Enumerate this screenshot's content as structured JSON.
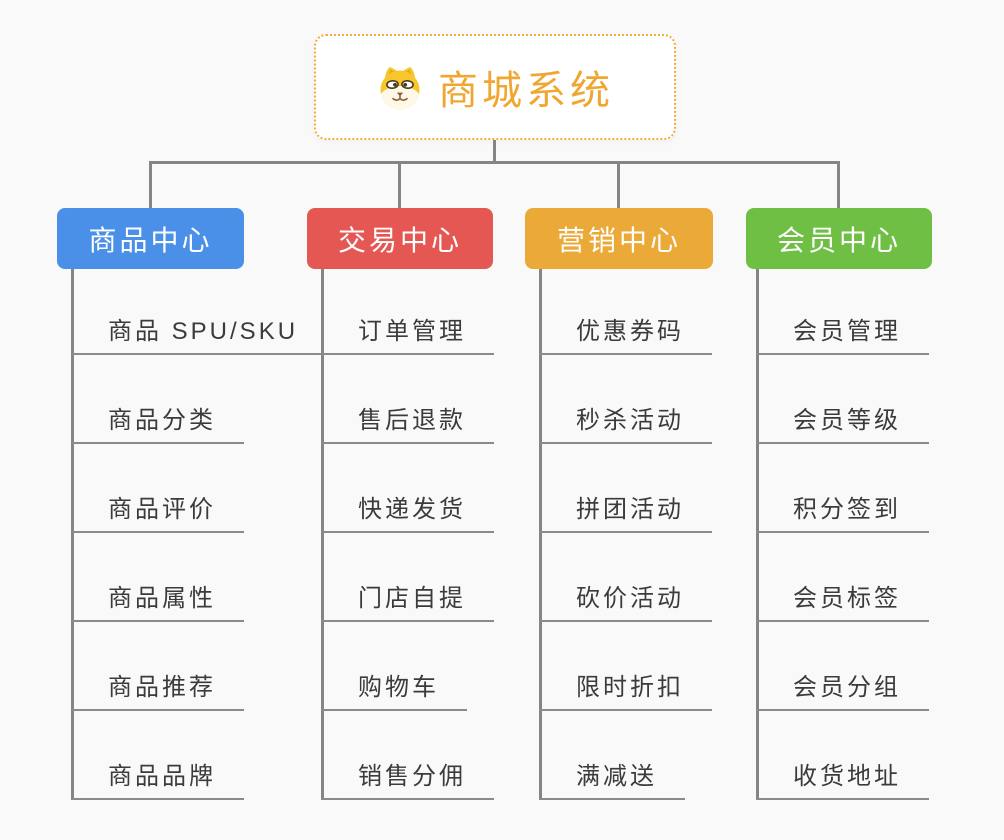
{
  "canvas_background": "#F9F9F9",
  "connector_color": "#858585",
  "root": {
    "title": "商城系统",
    "icon": "dog-face-icon",
    "accent_color": "#F0A732",
    "border_color": "#F2AC3C"
  },
  "branches": [
    {
      "label": "商品中心",
      "color": "#4B90E8",
      "items": [
        "商品 SPU/SKU",
        "商品分类",
        "商品评价",
        "商品属性",
        "商品推荐",
        "商品品牌"
      ]
    },
    {
      "label": "交易中心",
      "color": "#E45753",
      "items": [
        "订单管理",
        "售后退款",
        "快递发货",
        "门店自提",
        "购物车",
        "销售分佣"
      ]
    },
    {
      "label": "营销中心",
      "color": "#EBA938",
      "items": [
        "优惠券码",
        "秒杀活动",
        "拼团活动",
        "砍价活动",
        "限时折扣",
        "满减送"
      ]
    },
    {
      "label": "会员中心",
      "color": "#6FBF44",
      "items": [
        "会员管理",
        "会员等级",
        "积分签到",
        "会员标签",
        "会员分组",
        "收货地址"
      ]
    }
  ]
}
